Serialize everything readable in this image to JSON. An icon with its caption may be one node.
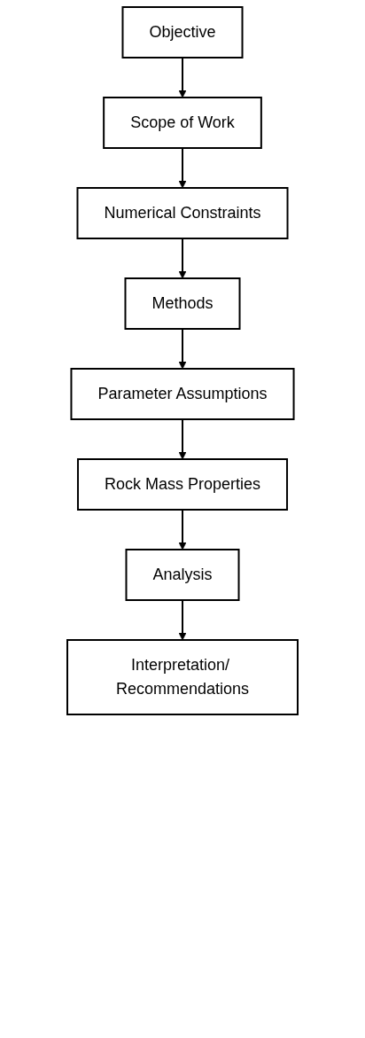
{
  "diagram": {
    "nodes": [
      {
        "text": [
          "Objective"
        ]
      },
      {
        "text": [
          "Scope of Work"
        ]
      },
      {
        "text": [
          "Numerical Constraints"
        ]
      },
      {
        "text": [
          "Methods"
        ]
      },
      {
        "text": [
          "Parameter Assumptions"
        ]
      },
      {
        "text": [
          "Rock Mass Properties"
        ]
      },
      {
        "text": [
          "Analysis"
        ]
      },
      {
        "text": [
          "Interpretation/ Recommendations"
        ]
      }
    ],
    "edges": [
      {
        "from": 0,
        "to": 1,
        "arrow": "to"
      },
      {
        "from": 1,
        "to": 2,
        "arrow": "to"
      },
      {
        "from": 2,
        "to": 3,
        "arrow": "to"
      },
      {
        "from": 3,
        "to": 4,
        "arrow": "to"
      },
      {
        "from": 4,
        "to": 5,
        "arrow": "to"
      },
      {
        "from": 5,
        "to": 6,
        "arrow": "to"
      },
      {
        "from": 6,
        "to": 7,
        "arrow": "to"
      }
    ]
  }
}
